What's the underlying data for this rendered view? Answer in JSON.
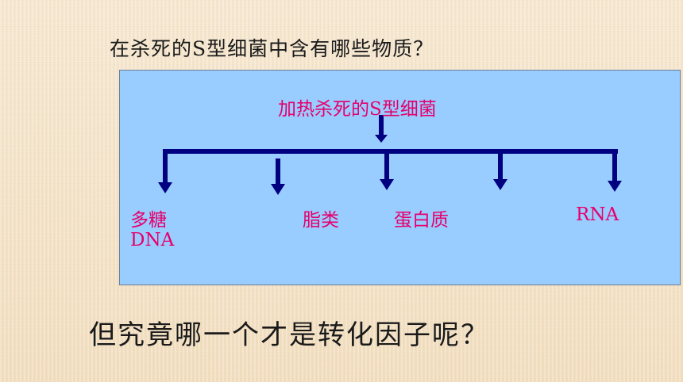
{
  "question": "在杀死的S型细菌中含有哪些物质？",
  "diagram": {
    "root": "加热杀死的S型细菌",
    "leaves": [
      {
        "label": "多糖"
      },
      {
        "label": "脂类"
      },
      {
        "label": "蛋白质"
      },
      {
        "label": ""
      },
      {
        "label": "RNA"
      }
    ],
    "extra_label": "DNA"
  },
  "closing": "但究竟哪一个才是转化因子呢？",
  "colors": {
    "panel": "#99ccff",
    "arrow": "#000080",
    "leaf_text": "#e6006b",
    "background": "#f6e7cf"
  }
}
